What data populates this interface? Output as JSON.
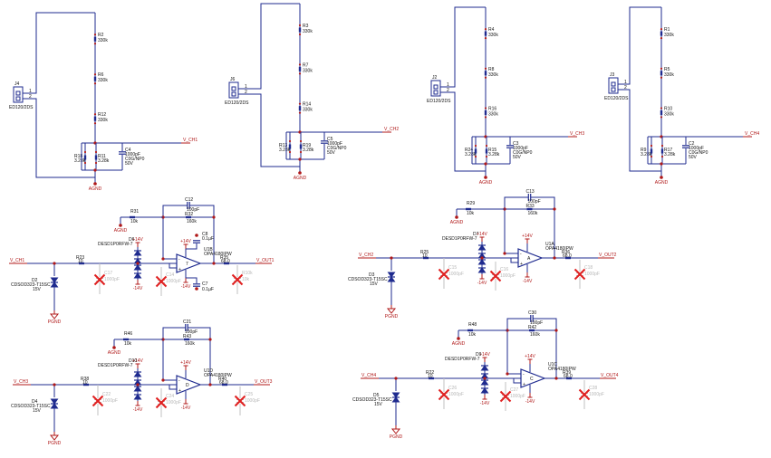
{
  "dividers": [
    {
      "top": [
        {
          "ref": "R2",
          "val": "330k"
        },
        {
          "ref": "R6",
          "val": "330k"
        },
        {
          "ref": "R12",
          "val": "330k"
        }
      ],
      "conn": {
        "ref": "J4",
        "part": "ED120/2DS",
        "pins": [
          "1",
          "2"
        ]
      },
      "bot": [
        {
          "ref": "R18",
          "val": "3.28k"
        },
        {
          "ref": "R11",
          "val": "3.28k"
        }
      ],
      "cap": {
        "ref": "C4",
        "val": "1000pF",
        "type": "C0G/NP0",
        "volt": "50V"
      },
      "net": "V_CH1",
      "gnd": "AGND"
    },
    {
      "top": [
        {
          "ref": "R3",
          "val": "330k"
        },
        {
          "ref": "R7",
          "val": "330k"
        },
        {
          "ref": "R14",
          "val": "330k"
        }
      ],
      "conn": {
        "ref": "J6",
        "part": "ED120/2DS",
        "pins": [
          "1",
          "2"
        ]
      },
      "bot": [
        {
          "ref": "R13",
          "val": "3.28k"
        },
        {
          "ref": "R19",
          "val": "3.28k"
        }
      ],
      "cap": {
        "ref": "C5",
        "val": "1000pF",
        "type": "C0G/NP0",
        "volt": "50V"
      },
      "net": "V_CH2",
      "gnd": "AGND"
    },
    {
      "top": [
        {
          "ref": "R4",
          "val": "330k"
        },
        {
          "ref": "R8",
          "val": "330k"
        },
        {
          "ref": "R16",
          "val": "330k"
        }
      ],
      "conn": {
        "ref": "J2",
        "part": "ED120/2DS",
        "pins": [
          "1",
          "2"
        ]
      },
      "bot": [
        {
          "ref": "R24",
          "val": "3.28k"
        },
        {
          "ref": "R15",
          "val": "3.28k"
        }
      ],
      "cap": {
        "ref": "C3",
        "val": "1000pF",
        "type": "C0G/NP0",
        "volt": "50V"
      },
      "net": "V_CH3",
      "gnd": "AGND"
    },
    {
      "top": [
        {
          "ref": "R1",
          "val": "330k"
        },
        {
          "ref": "R5",
          "val": "330k"
        },
        {
          "ref": "R10",
          "val": "330k"
        }
      ],
      "conn": {
        "ref": "J3",
        "part": "ED120/2DS",
        "pins": [
          "1",
          "2"
        ]
      },
      "bot": [
        {
          "ref": "R9",
          "val": "3.28k"
        },
        {
          "ref": "R17",
          "val": "3.28k"
        }
      ],
      "cap": {
        "ref": "C2",
        "val": "1000pF",
        "type": "C0G/NP0",
        "volt": "50V"
      },
      "net": "V_CH4",
      "gnd": "AGND"
    }
  ],
  "amps": [
    {
      "in_net": "V_CH1",
      "out_net": "V_OUT1",
      "rin": {
        "ref": "R23",
        "val": "10"
      },
      "tvs": {
        "ref": "D2",
        "part": "CDSOD323-T15SC",
        "volt": "15V"
      },
      "gnd": "PGND",
      "clamp": {
        "ref": "D6",
        "part": "DESD1P0RFW-7"
      },
      "rg": {
        "ref": "R31",
        "val": "10k"
      },
      "cf": {
        "ref": "C12",
        "val": "100pF"
      },
      "rf": {
        "ref": "R32",
        "val": "160k"
      },
      "op": {
        "ref": "U1B",
        "part": "OPA4180IPW",
        "pins": [
          "-",
          "+",
          "7",
          "6",
          "5"
        ]
      },
      "rout": {
        "ref": "R35",
        "val": "68.0"
      },
      "dec": [
        {
          "ref": "C8",
          "val": "0.1µF"
        },
        {
          "ref": "C7",
          "val": "0.1µF"
        }
      ],
      "vpos": "+14V",
      "vneg": "-14V",
      "dnp": [
        {
          "ref": "C17",
          "val": "1000pF"
        },
        {
          "ref": "C14",
          "val": "1000pF"
        },
        {
          "ref": "R10k",
          "val": "10k"
        }
      ],
      "agnd": "AGND"
    },
    {
      "in_net": "V_CH2",
      "out_net": "V_OUT2",
      "rin": {
        "ref": "R25",
        "val": "10"
      },
      "tvs": {
        "ref": "D3",
        "part": "CDSOD323-T15SC",
        "volt": "15V"
      },
      "gnd": "PGND",
      "clamp": {
        "ref": "D7",
        "part": "DESD1P0RFW-7"
      },
      "rg": {
        "ref": "R29",
        "val": "10k"
      },
      "cf": {
        "ref": "C13",
        "val": "100pF"
      },
      "rf": {
        "ref": "R33",
        "val": "160k"
      },
      "op": {
        "ref": "U1A",
        "part": "OPA4180IPW",
        "pins": [
          "-",
          "+",
          "A",
          "1"
        ]
      },
      "rout": {
        "ref": "R36",
        "val": "68.0"
      },
      "dec": [],
      "vpos": "+14V",
      "vneg": "-14V",
      "dnp": [
        {
          "ref": "C15",
          "val": "1000pF"
        },
        {
          "ref": "C16",
          "val": "1000pF"
        },
        {
          "ref": "C18",
          "val": "1000pF"
        }
      ],
      "agnd": "AGND"
    },
    {
      "in_net": "V_CH3",
      "out_net": "V_OUT3",
      "rin": {
        "ref": "R38",
        "val": "10"
      },
      "tvs": {
        "ref": "D4",
        "part": "CDSOD323-T15SC",
        "volt": "15V"
      },
      "gnd": "PGND",
      "clamp": {
        "ref": "D10",
        "part": "DESD1P0RFW-7"
      },
      "rg": {
        "ref": "R46",
        "val": "10k"
      },
      "cf": {
        "ref": "C21",
        "val": "100pF"
      },
      "rf": {
        "ref": "R43",
        "val": "160k"
      },
      "op": {
        "ref": "U1D",
        "part": "OPA4180IPW",
        "pins": [
          "-",
          "+",
          "D",
          "14",
          "13",
          "12"
        ]
      },
      "rout": {
        "ref": "R40",
        "val": "68.0"
      },
      "dec": [],
      "vpos": "+14V",
      "vneg": "-14V",
      "dnp": [
        {
          "ref": "C22",
          "val": "1000pF"
        },
        {
          "ref": "C24",
          "val": "1000pF"
        },
        {
          "ref": "C25",
          "val": "1000pF"
        }
      ],
      "agnd": "AGND"
    },
    {
      "in_net": "V_CH4",
      "out_net": "V_OUT4",
      "rin": {
        "ref": "R22",
        "val": "10"
      },
      "tvs": {
        "ref": "D5",
        "part": "CDSOD323-T15SC",
        "volt": "15V"
      },
      "gnd": "PGND",
      "clamp": {
        "ref": "D9",
        "part": "DESD1P0RFW-7"
      },
      "rg": {
        "ref": "R48",
        "val": "10k"
      },
      "cf": {
        "ref": "C30",
        "val": "100pF"
      },
      "rf": {
        "ref": "R42",
        "val": "160k"
      },
      "op": {
        "ref": "U1C",
        "part": "OPA4180IPW",
        "pins": [
          "-",
          "+",
          "C",
          "8",
          "9",
          "10"
        ]
      },
      "rout": {
        "ref": "R39",
        "val": "68.0"
      },
      "dec": [],
      "vpos": "+14V",
      "vneg": "-14V",
      "dnp": [
        {
          "ref": "C26",
          "val": "1000pF"
        },
        {
          "ref": "C27",
          "val": "1000pF"
        },
        {
          "ref": "C28",
          "val": "1000pF"
        }
      ],
      "agnd": "AGND"
    }
  ]
}
